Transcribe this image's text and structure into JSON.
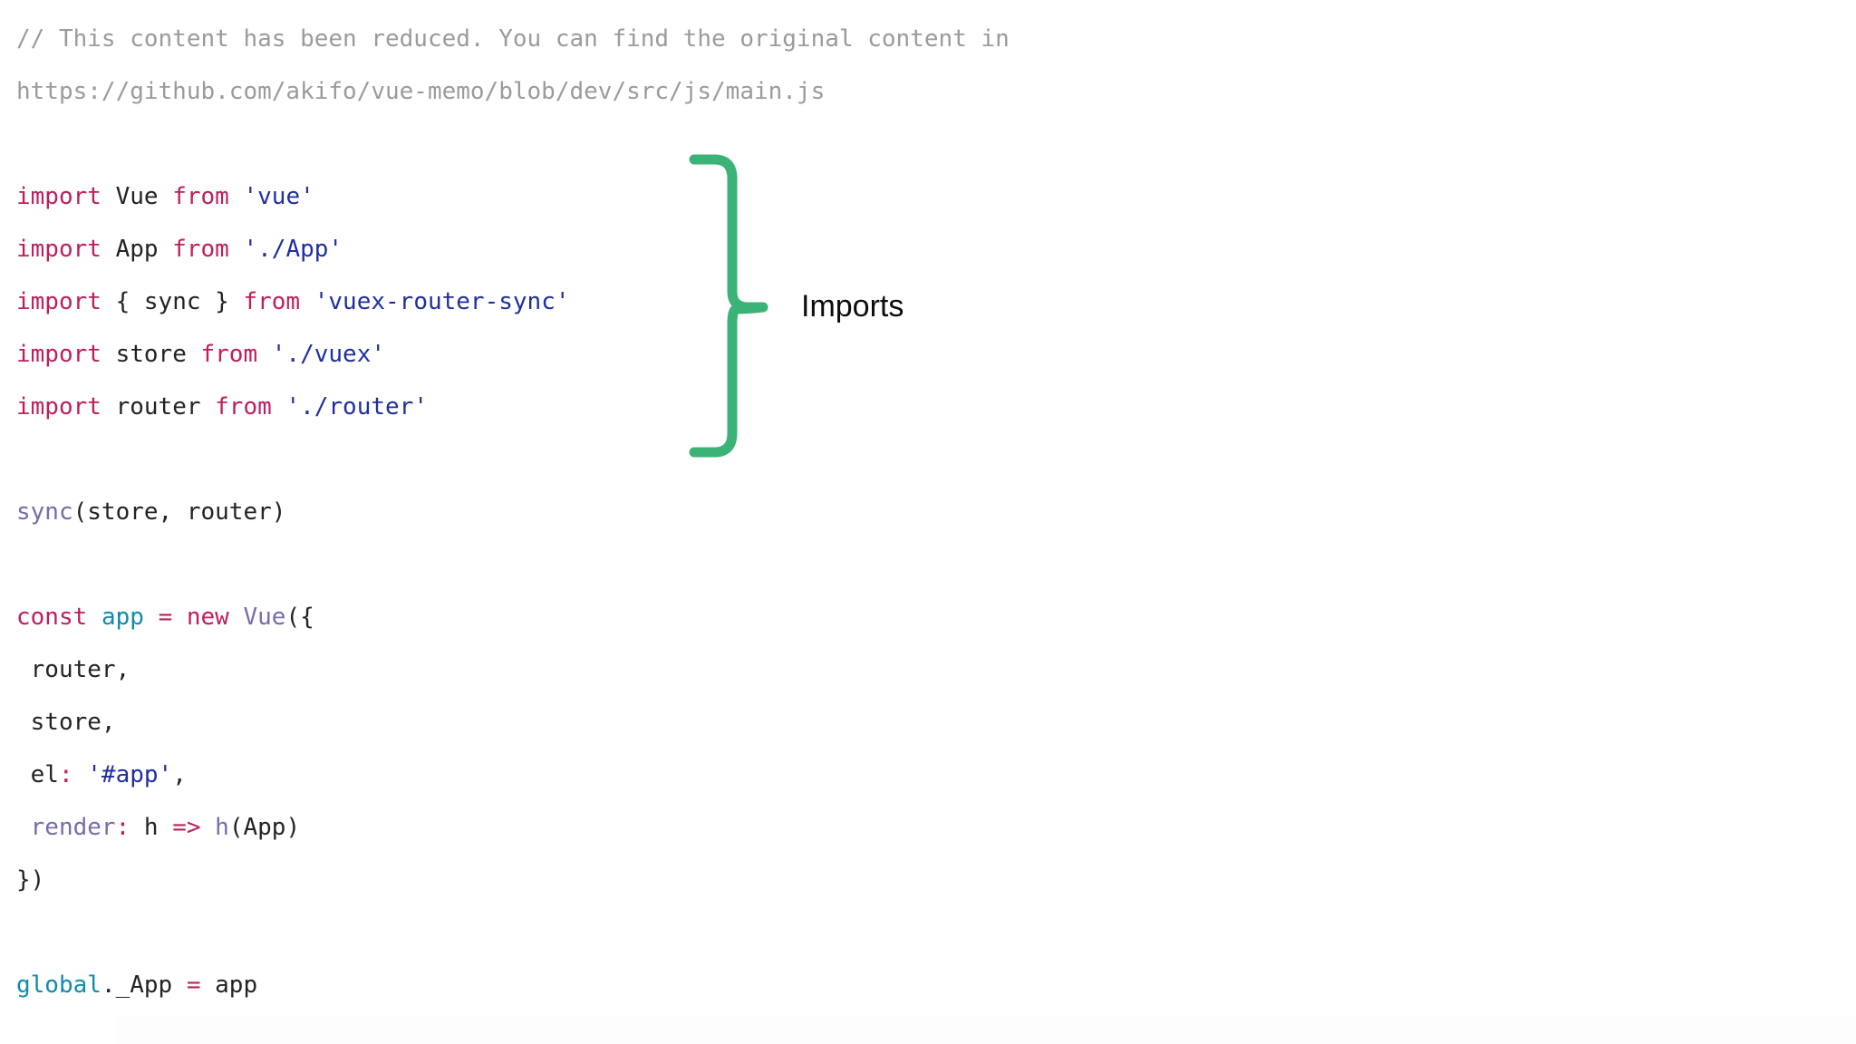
{
  "page": {
    "background_color": "#ffffff",
    "language": "javascript"
  },
  "code": {
    "lines": [
      {
        "id": "comment-1",
        "tokens": [
          {
            "text": "// This content has been reduced. You can find the original content in",
            "type": "comment"
          }
        ]
      },
      {
        "id": "comment-2",
        "tokens": [
          {
            "text": "https://github.com/akifo/vue-memo/blob/dev/src/js/main.js",
            "type": "comment"
          }
        ]
      },
      {
        "id": "blank-1",
        "tokens": []
      },
      {
        "id": "import-vue",
        "tokens": [
          {
            "text": "import",
            "type": "keyword"
          },
          {
            "text": " Vue ",
            "type": "plain"
          },
          {
            "text": "from",
            "type": "keyword"
          },
          {
            "text": " ",
            "type": "plain"
          },
          {
            "text": "'vue'",
            "type": "string"
          }
        ]
      },
      {
        "id": "import-app",
        "tokens": [
          {
            "text": "import",
            "type": "keyword"
          },
          {
            "text": " App ",
            "type": "plain"
          },
          {
            "text": "from",
            "type": "keyword"
          },
          {
            "text": " ",
            "type": "plain"
          },
          {
            "text": "'./App'",
            "type": "string"
          }
        ]
      },
      {
        "id": "import-sync",
        "tokens": [
          {
            "text": "import",
            "type": "keyword"
          },
          {
            "text": " { sync } ",
            "type": "plain"
          },
          {
            "text": "from",
            "type": "keyword"
          },
          {
            "text": " ",
            "type": "plain"
          },
          {
            "text": "'vuex-router-sync'",
            "type": "string"
          }
        ]
      },
      {
        "id": "import-store",
        "tokens": [
          {
            "text": "import",
            "type": "keyword"
          },
          {
            "text": " store ",
            "type": "plain"
          },
          {
            "text": "from",
            "type": "keyword"
          },
          {
            "text": " ",
            "type": "plain"
          },
          {
            "text": "'./vuex'",
            "type": "string"
          }
        ]
      },
      {
        "id": "import-router",
        "tokens": [
          {
            "text": "import",
            "type": "keyword"
          },
          {
            "text": " router ",
            "type": "plain"
          },
          {
            "text": "from",
            "type": "keyword"
          },
          {
            "text": " ",
            "type": "plain"
          },
          {
            "text": "'./router'",
            "type": "string"
          }
        ]
      },
      {
        "id": "blank-2",
        "tokens": []
      },
      {
        "id": "sync-call",
        "tokens": [
          {
            "text": "sync",
            "type": "func"
          },
          {
            "text": "(store, router)",
            "type": "plain"
          }
        ]
      },
      {
        "id": "blank-3",
        "tokens": []
      },
      {
        "id": "const-app",
        "tokens": [
          {
            "text": "const",
            "type": "keyword"
          },
          {
            "text": " ",
            "type": "plain"
          },
          {
            "text": "app",
            "type": "var"
          },
          {
            "text": " ",
            "type": "plain"
          },
          {
            "text": "=",
            "type": "operator"
          },
          {
            "text": " ",
            "type": "plain"
          },
          {
            "text": "new",
            "type": "keyword"
          },
          {
            "text": " ",
            "type": "plain"
          },
          {
            "text": "Vue",
            "type": "class"
          },
          {
            "text": "({",
            "type": "punct"
          }
        ]
      },
      {
        "id": "prop-router",
        "tokens": [
          {
            "text": " router,",
            "type": "plain"
          }
        ]
      },
      {
        "id": "prop-store",
        "tokens": [
          {
            "text": " store,",
            "type": "plain"
          }
        ]
      },
      {
        "id": "prop-el",
        "tokens": [
          {
            "text": " el",
            "type": "plain"
          },
          {
            "text": ":",
            "type": "operator"
          },
          {
            "text": " ",
            "type": "plain"
          },
          {
            "text": "'#app'",
            "type": "string"
          },
          {
            "text": ",",
            "type": "punct"
          }
        ]
      },
      {
        "id": "prop-render",
        "tokens": [
          {
            "text": " ",
            "type": "plain"
          },
          {
            "text": "render",
            "type": "func"
          },
          {
            "text": ":",
            "type": "operator"
          },
          {
            "text": " h ",
            "type": "plain"
          },
          {
            "text": "=>",
            "type": "operator"
          },
          {
            "text": " ",
            "type": "plain"
          },
          {
            "text": "h",
            "type": "func"
          },
          {
            "text": "(App)",
            "type": "plain"
          }
        ]
      },
      {
        "id": "close-vue",
        "tokens": [
          {
            "text": "})",
            "type": "punct"
          }
        ]
      },
      {
        "id": "blank-4",
        "tokens": []
      },
      {
        "id": "global-app",
        "tokens": [
          {
            "text": "global",
            "type": "builtin"
          },
          {
            "text": "._App ",
            "type": "plain"
          },
          {
            "text": "=",
            "type": "operator"
          },
          {
            "text": " app",
            "type": "plain"
          }
        ]
      }
    ]
  },
  "annotation": {
    "label": "Imports",
    "brace_color": "#3bb377",
    "label_color": "#0d0d0d"
  },
  "colors": {
    "comment": "#9b9b9b",
    "keyword": "#bd1f5e",
    "string": "#1f2f9e",
    "plain": "#232323",
    "function": "#7b6aa8",
    "variable": "#1389ab",
    "background": "#ffffff"
  }
}
